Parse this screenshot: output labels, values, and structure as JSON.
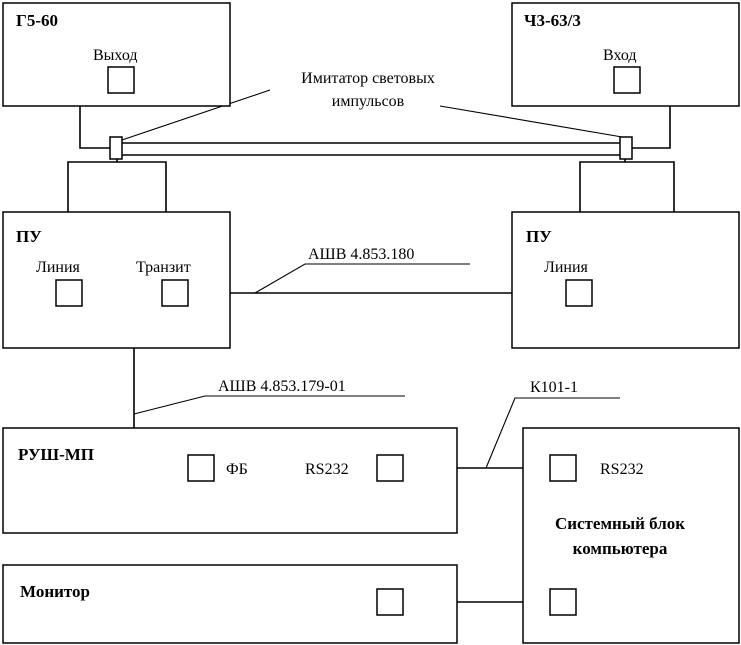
{
  "blocks": {
    "g5": {
      "title": "Г5-60",
      "port_label": "Выход"
    },
    "ch3": {
      "title": "Ч3-63/3",
      "port_label": "Вход"
    },
    "pu_left": {
      "title": "ПУ",
      "port1_label": "Линия",
      "port2_label": "Транзит"
    },
    "pu_right": {
      "title": "ПУ",
      "port_label": "Линия"
    },
    "rush": {
      "title": "РУШ-МП",
      "port1_label": "ФБ",
      "port2_label": "RS232"
    },
    "system_unit": {
      "port_label": "RS232",
      "title_line1": "Системный блок",
      "title_line2": "компьютера"
    },
    "monitor": {
      "title": "Монитор"
    }
  },
  "annotations": {
    "imitator_line1": "Имитатор световых",
    "imitator_line2": "импульсов",
    "cable_transit": "АШВ 4.853.180",
    "cable_line": "АШВ 4.853.179-01",
    "cable_rs232": "К101-1"
  }
}
